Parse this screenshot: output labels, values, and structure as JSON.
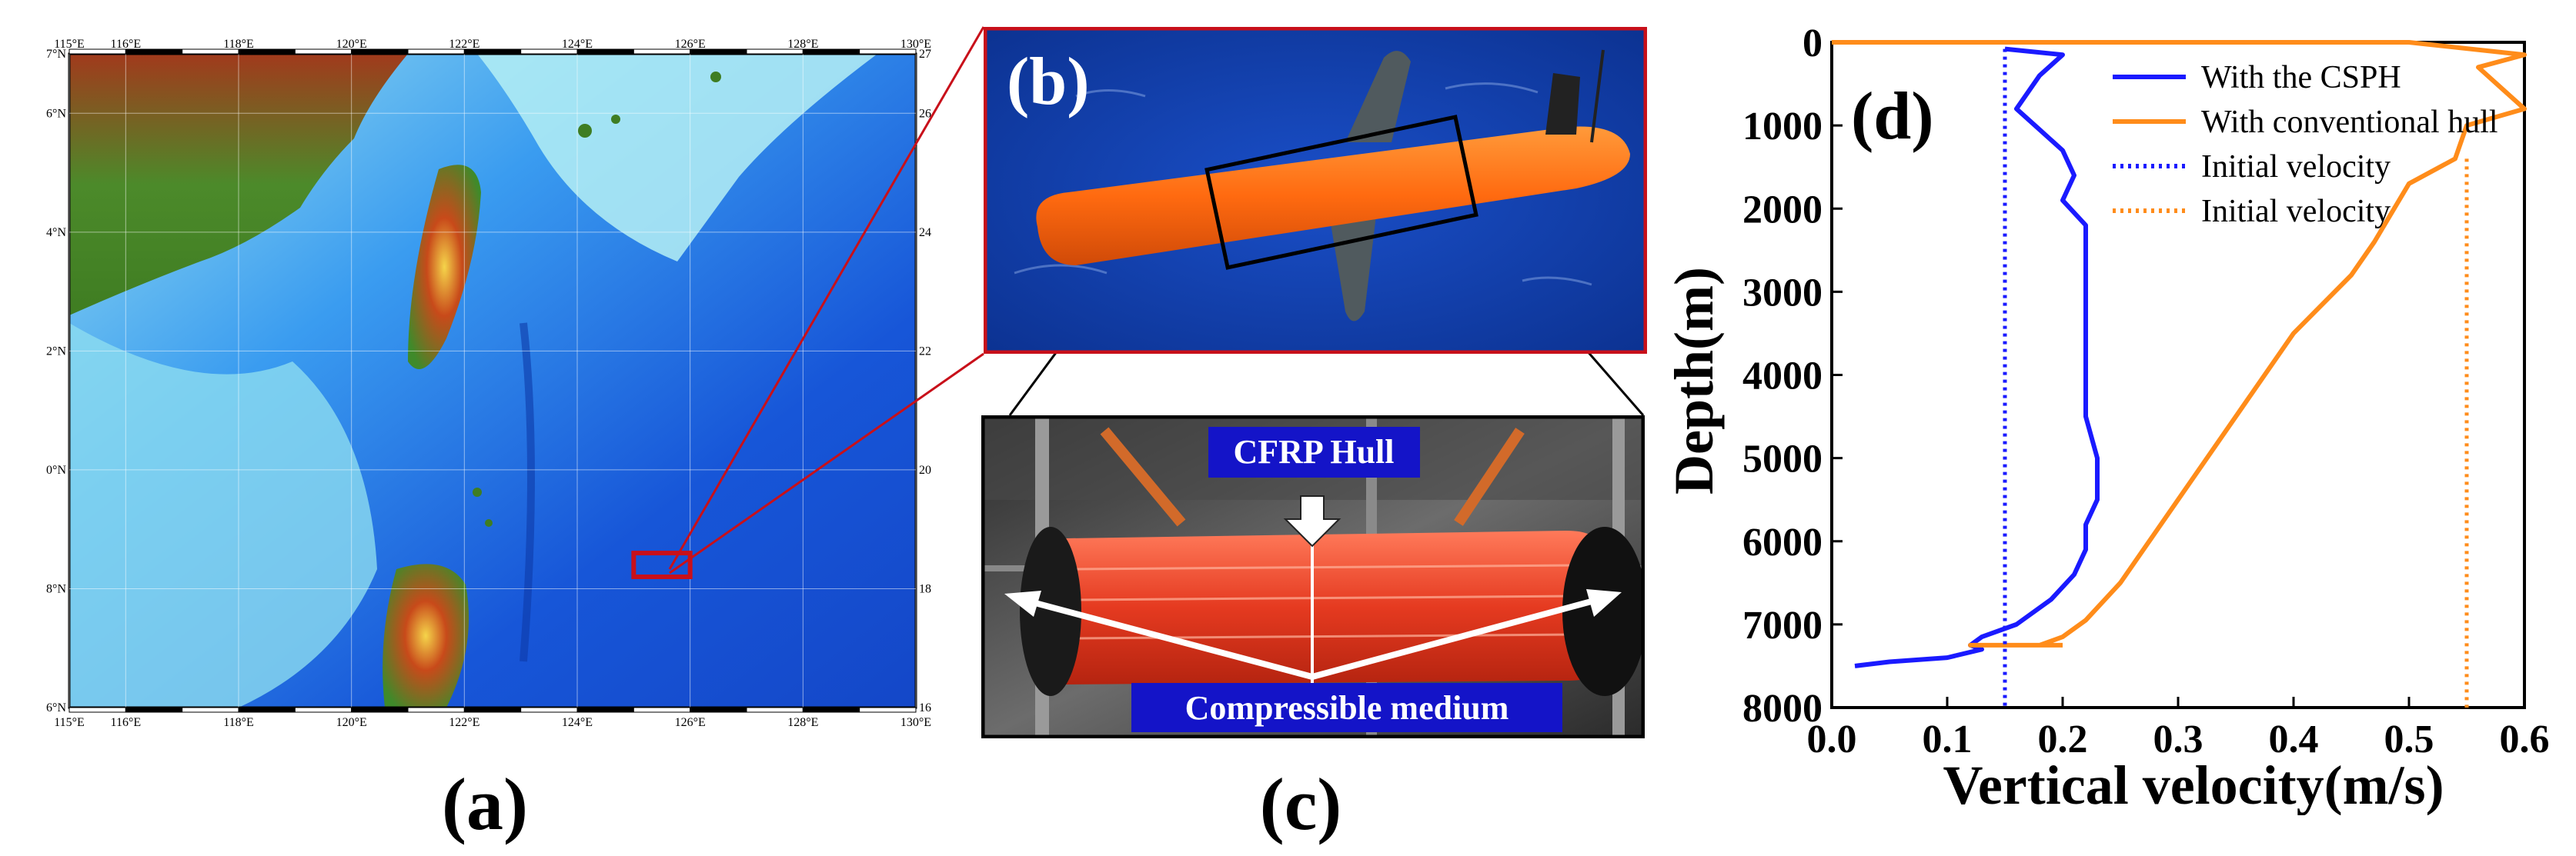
{
  "captions": {
    "a": "(a)",
    "b": "(b)",
    "c": "(c)",
    "d": "(d)"
  },
  "map": {
    "lon_labels": [
      "115°E",
      "116°E",
      "118°E",
      "120°E",
      "122°E",
      "124°E",
      "126°E",
      "128°E",
      "130°E"
    ],
    "lon_values": [
      115,
      116,
      118,
      120,
      122,
      124,
      126,
      128,
      130
    ],
    "lat_labels": [
      "27°N",
      "26°N",
      "24°N",
      "22°N",
      "20°N",
      "18°N",
      "16°N"
    ],
    "lat_values": [
      27,
      26,
      24,
      22,
      20,
      18,
      16
    ],
    "lon_range": [
      115,
      130
    ],
    "lat_range": [
      16,
      27
    ],
    "site_box": {
      "lon": [
        125,
        126
      ],
      "lat": [
        18.2,
        18.6
      ]
    }
  },
  "photo_c": {
    "cfrp_label": "CFRP Hull",
    "medium_label": "Compressible medium"
  },
  "chart_data": {
    "type": "line",
    "xlabel": "Vertical velocity(m/s)",
    "ylabel": "Depth(m)",
    "xlim": [
      0.0,
      0.6
    ],
    "ylim": [
      0,
      8000
    ],
    "y_inverted": true,
    "x_ticks": [
      "0.0",
      "0.1",
      "0.2",
      "0.3",
      "0.4",
      "0.5",
      "0.6"
    ],
    "y_ticks": [
      "0",
      "1000",
      "2000",
      "3000",
      "4000",
      "5000",
      "6000",
      "7000",
      "8000"
    ],
    "legend_position": "top-right",
    "series": [
      {
        "name": "With the CSPH",
        "style": "solid",
        "color": "#1a1aff",
        "x": [
          0.15,
          0.2,
          0.18,
          0.16,
          0.18,
          0.2,
          0.21,
          0.2,
          0.22,
          0.22,
          0.22,
          0.22,
          0.22,
          0.22,
          0.23,
          0.23,
          0.22,
          0.22,
          0.21,
          0.19,
          0.16,
          0.13,
          0.12,
          0.13,
          0.1,
          0.05,
          0.02
        ],
        "y": [
          80,
          150,
          400,
          800,
          1050,
          1300,
          1600,
          1900,
          2200,
          2600,
          3000,
          3500,
          4000,
          4500,
          5000,
          5500,
          5800,
          6100,
          6400,
          6700,
          7000,
          7150,
          7250,
          7300,
          7400,
          7450,
          7500
        ]
      },
      {
        "name": "With conventional hull",
        "style": "solid",
        "color": "#ff8c1a",
        "x": [
          0.0,
          0.25,
          0.5,
          0.6,
          0.56,
          0.58,
          0.6,
          0.55,
          0.54,
          0.5,
          0.47,
          0.45,
          0.4,
          0.37,
          0.34,
          0.31,
          0.28,
          0.25,
          0.22,
          0.2,
          0.18,
          0.12,
          0.2
        ],
        "y": [
          0,
          0,
          0,
          150,
          300,
          550,
          800,
          1000,
          1400,
          1700,
          2400,
          2800,
          3500,
          4100,
          4700,
          5300,
          5900,
          6500,
          6950,
          7150,
          7250,
          7250,
          7250
        ]
      },
      {
        "name": "Initial velocity",
        "style": "dotted",
        "color": "#1a1aff",
        "x": [
          0.15,
          0.15
        ],
        "y": [
          80,
          8000
        ]
      },
      {
        "name": "Initial velocity",
        "style": "dotted",
        "color": "#ff8c1a",
        "x": [
          0.55,
          0.55
        ],
        "y": [
          1400,
          8000
        ]
      }
    ]
  }
}
